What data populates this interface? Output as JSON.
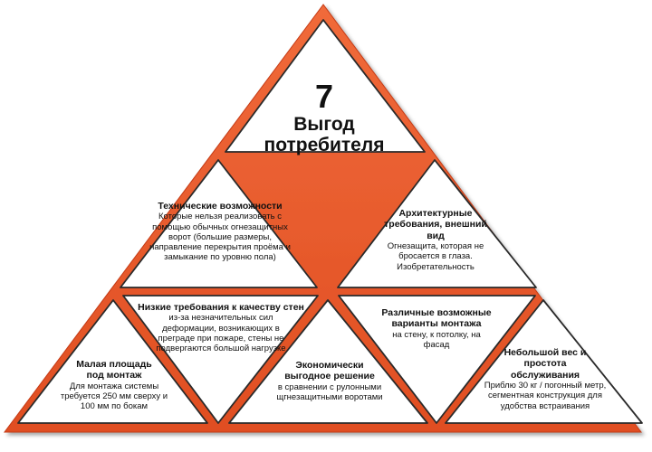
{
  "colors": {
    "accent": "#e8552c",
    "accent_dark": "#c43a14",
    "panel": "#ffffff",
    "panel_border": "#2a2a2a"
  },
  "center": {
    "number": "7",
    "title_line1": "Выгод",
    "title_line2": "потребителя"
  },
  "benefits": {
    "technical": {
      "heading": "Технические возможности",
      "text": "Которые нельзя реализовать с помощью обычных огнезащитных ворот (большие размеры, направление перекрытия проёма и замыкание по уровню пола)"
    },
    "architectural": {
      "heading": "Архитектурные требования, внешний вид",
      "text": "Огнезащита, которая не бросается в глаза. Изобретательность"
    },
    "wall_quality": {
      "heading": "Низкие требования к качеству стен",
      "text": "из-за незначительных сил деформации, возникающих в преграде при пожаре, стены не подвергаются большой нагрузке"
    },
    "mounting_options": {
      "heading": "Различные возможные варианты монтажа",
      "text": "на стену, к потолку, на фасад"
    },
    "small_area": {
      "heading": "Малая площадь под монтаж",
      "text": "Для монтажа системы требуется 250 мм сверху и 100 мм по бокам"
    },
    "economical": {
      "heading": "Экономически выгодное решение",
      "text": "в сравнении с рулонными щгнезащитными воротами"
    },
    "light_weight": {
      "heading": "Небольшой вес и простота обслуживания",
      "text": "Приблю 30 кг / погонный метр, сегментная конструкция для удобства встраивания"
    }
  }
}
